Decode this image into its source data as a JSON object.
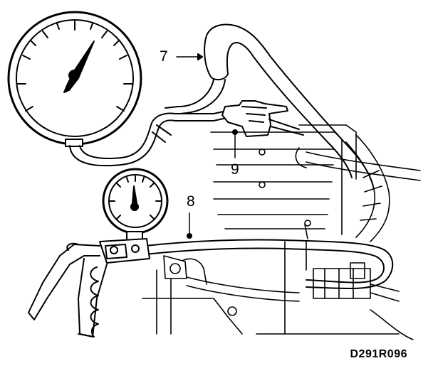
{
  "callouts": {
    "gauge_hose": "7",
    "hand_pump_hose": "8",
    "valve": "9"
  },
  "figure_code": "D291R096",
  "colors": {
    "ink": "#000000",
    "paper": "#ffffff"
  }
}
